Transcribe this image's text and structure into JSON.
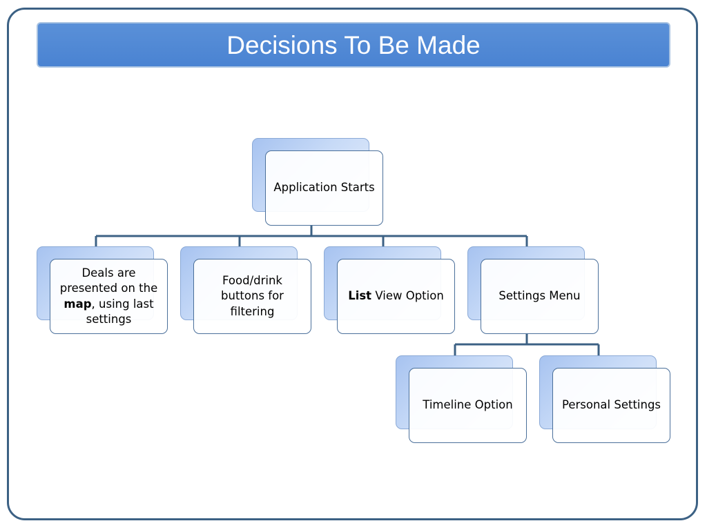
{
  "slide": {
    "title": "Decisions To Be Made"
  },
  "diagram": {
    "root": {
      "label": "Application Starts"
    },
    "children": [
      {
        "label_pre": "Deals are presented on the ",
        "label_bold": "map",
        "label_post": ", using last settings"
      },
      {
        "label": "Food/drink buttons for filtering"
      },
      {
        "label_bold": "List",
        "label_post": " View Option"
      },
      {
        "label": "Settings Menu"
      }
    ],
    "settings_children": [
      {
        "label": "Timeline Option"
      },
      {
        "label": "Personal Settings"
      }
    ],
    "colors": {
      "connector": "#3c6184",
      "title_bar": "#4a83d2",
      "frame": "#3c6184"
    }
  }
}
